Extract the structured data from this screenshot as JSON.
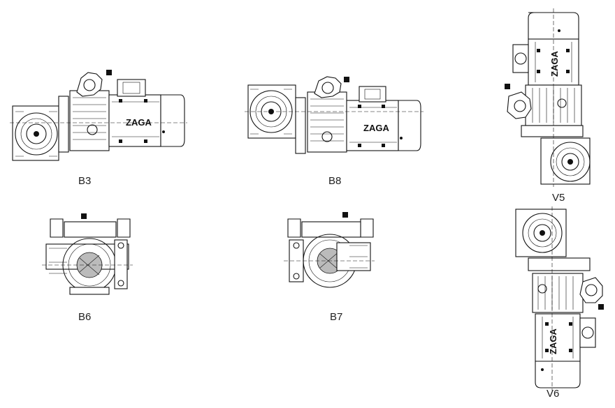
{
  "brand": "ZAGA",
  "positions": [
    {
      "label": "B3"
    },
    {
      "label": "B8"
    },
    {
      "label": "V5"
    },
    {
      "label": "B6"
    },
    {
      "label": "B7"
    },
    {
      "label": "V6"
    }
  ]
}
